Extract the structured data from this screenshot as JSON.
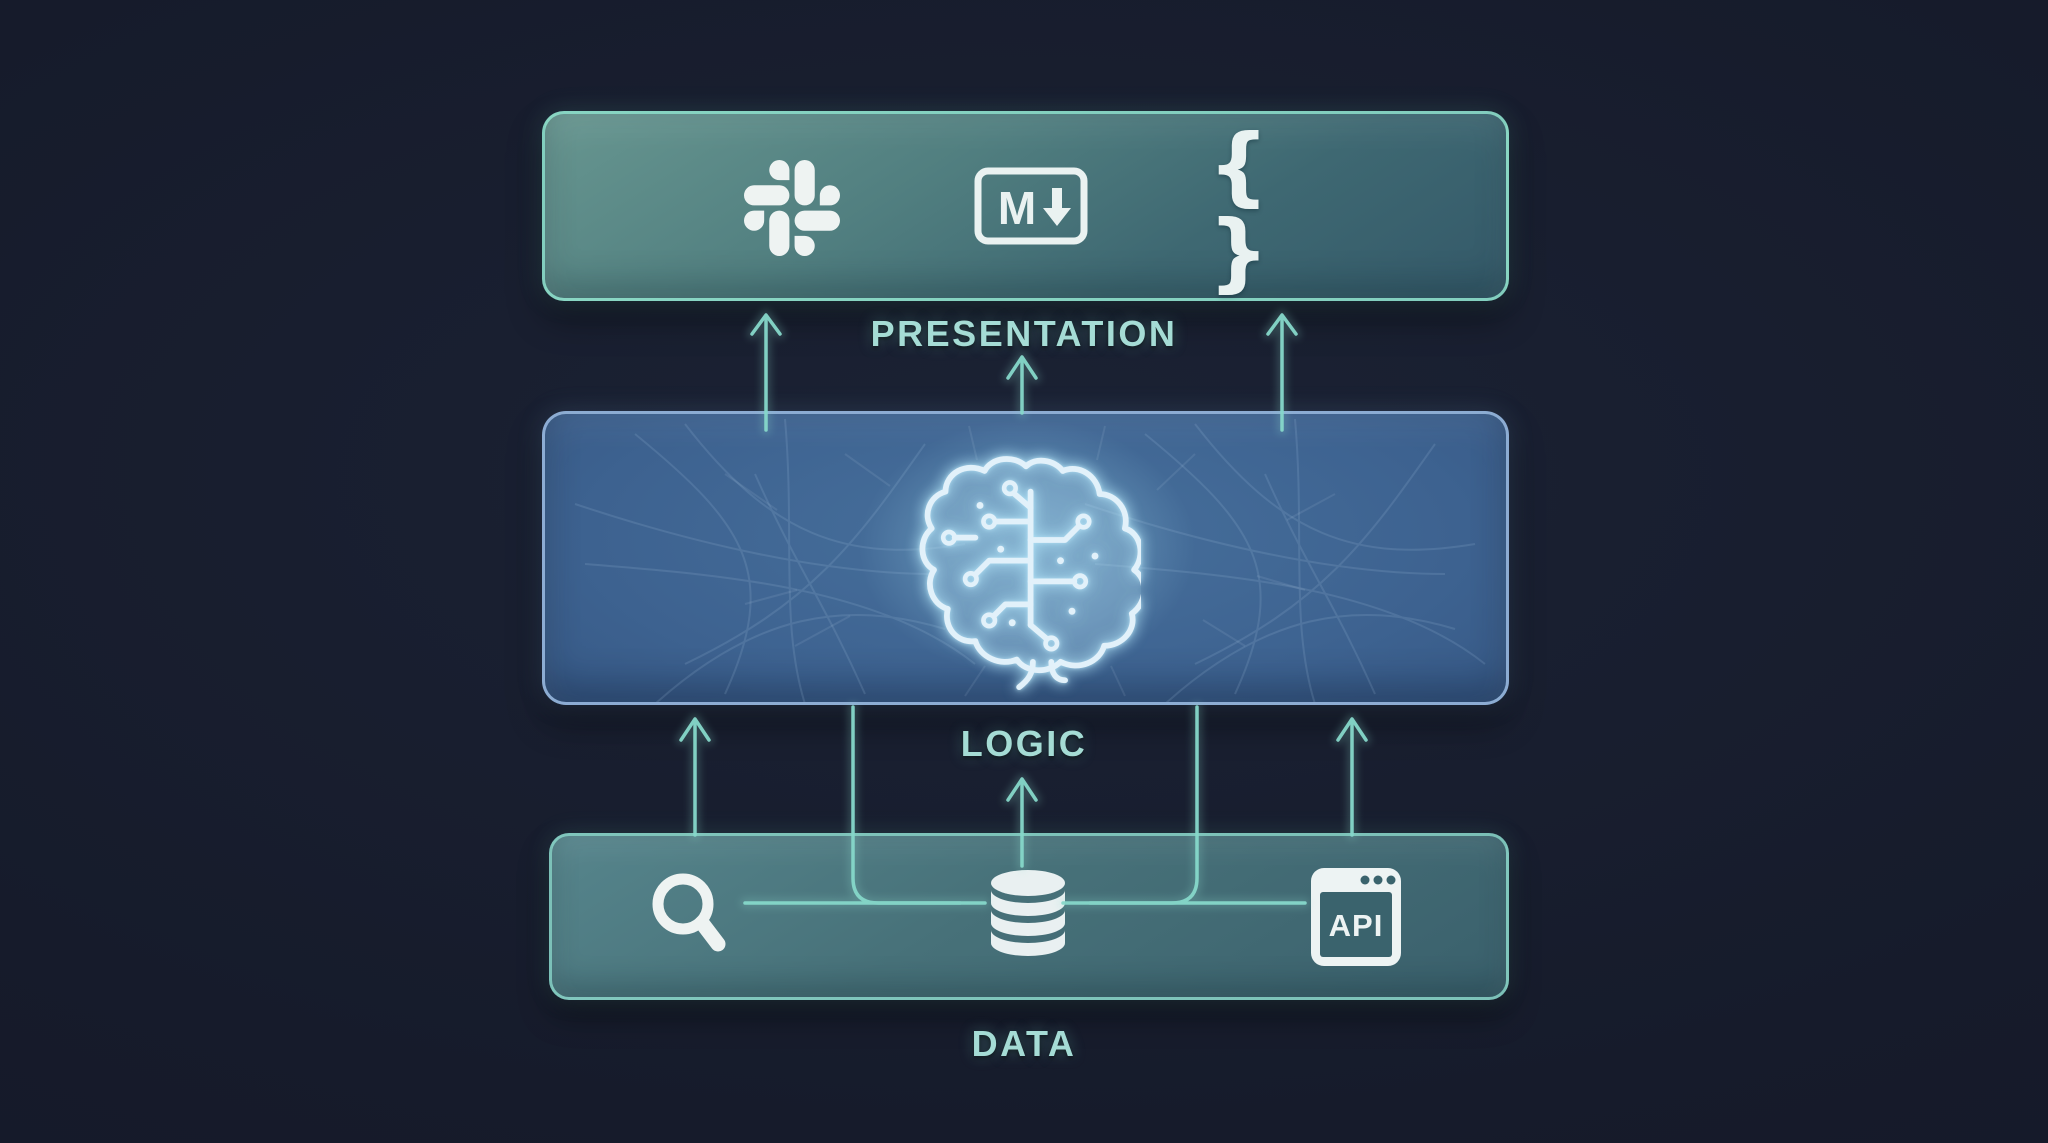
{
  "layers": {
    "presentation": {
      "label": "PRESENTATION",
      "icons": [
        "slack-icon",
        "markdown-icon",
        "braces-icon"
      ]
    },
    "logic": {
      "label": "LOGIC",
      "icons": [
        "circuit-brain-icon"
      ]
    },
    "data": {
      "label": "DATA",
      "icons": [
        "search-icon",
        "database-icon",
        "api-icon"
      ]
    }
  },
  "icon_text": {
    "markdown": "M",
    "braces": "{ }",
    "api": "API"
  },
  "colors": {
    "background": "#161b2b",
    "presentation_border": "#8fe2cd",
    "logic_border": "#96b5da",
    "data_border": "#8cd8ca",
    "connector": "#86d8ca",
    "label": "#a5dcd5",
    "icon": "#edf3f2"
  }
}
